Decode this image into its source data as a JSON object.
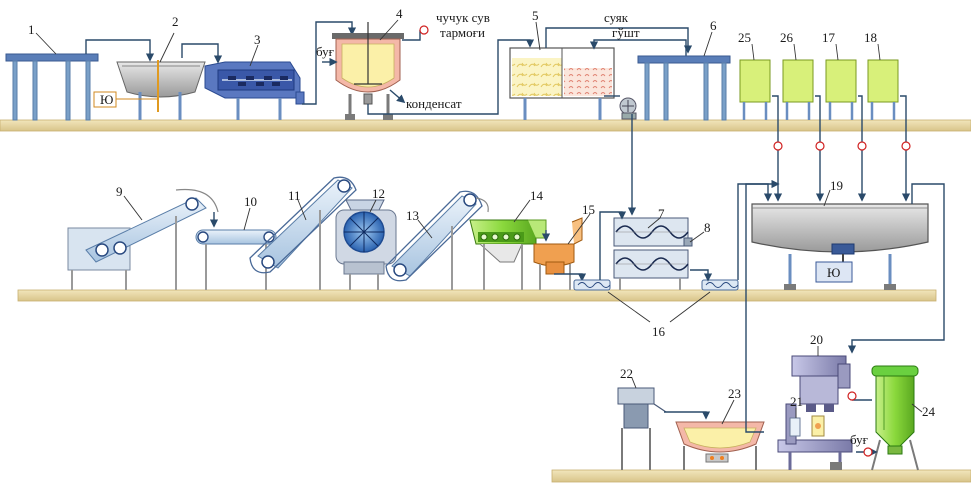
{
  "labels": {
    "n1": "1",
    "n2": "2",
    "n3": "3",
    "n4": "4",
    "n5": "5",
    "n6": "6",
    "n7": "7",
    "n8": "8",
    "n9": "9",
    "n10": "10",
    "n11": "11",
    "n12": "12",
    "n13": "13",
    "n14": "14",
    "n15": "15",
    "n16": "16",
    "n17": "17",
    "n18": "18",
    "n19": "19",
    "n20": "20",
    "n21": "21",
    "n22": "22",
    "n23": "23",
    "n24": "24",
    "n25": "25",
    "n26": "26"
  },
  "text": {
    "steam_top": "буғ",
    "steam_bottom": "буғ",
    "water_line_1": "чучук сув",
    "water_line_2": "тармоғи",
    "condensate": "конденсат",
    "bone": "суяк",
    "meat": "гўшт",
    "motor_a": "Ю",
    "motor_b": "Ю"
  },
  "colors": {
    "floor": "#e8d9a8",
    "steel": "#bcbcbc",
    "blue": "#4a6fb0",
    "light_blue": "#cfe0f0",
    "green": "#9be04a",
    "orange": "#f0a050",
    "pink": "#f4b8a8",
    "yellow": "#f8f0a0"
  }
}
